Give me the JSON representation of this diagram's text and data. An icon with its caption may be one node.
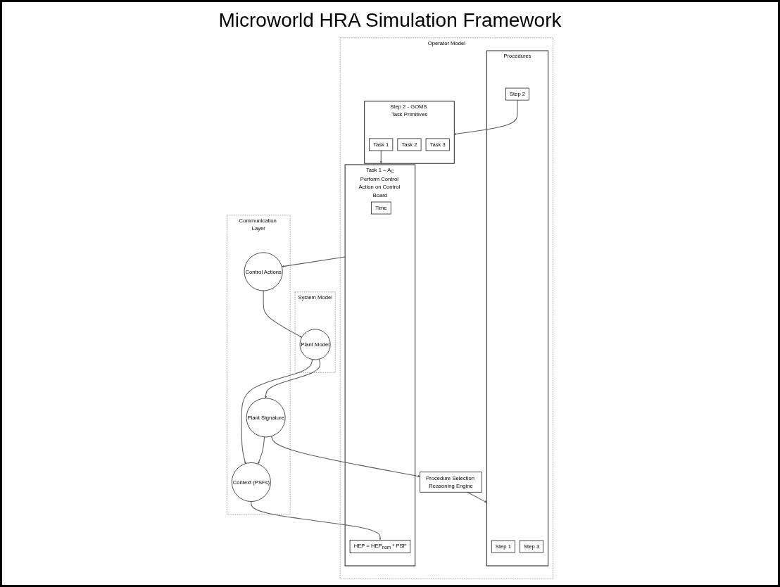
{
  "diagram": {
    "title": "Microworld HRA Simulation Framework",
    "nodes": [
      {
        "text": [
          "Operator Model"
        ]
      },
      {
        "text": [
          "Procedure Selection Reasoning Engine"
        ],
        "in": 0
      },
      {
        "text": [
          "Procedures"
        ],
        "in": 0
      },
      {
        "text": [
          "Step 1"
        ],
        "in": 2
      },
      {
        "text": [
          "Step 2"
        ],
        "in": 2
      },
      {
        "text": [
          "Step 3"
        ],
        "in": 2
      },
      {
        "text": [
          "Step 2 - GOMS Task Primitives"
        ],
        "in": 0
      },
      {
        "text": [
          "Task 1"
        ],
        "in": 6
      },
      {
        "text": [
          "Task 2"
        ],
        "in": 6
      },
      {
        "text": [
          "Task 3"
        ],
        "in": 6
      },
      {
        "text": [
          "Task 1 – A$_{C}$",
          "Perform Control Action on Control Board"
        ],
        "in": 0
      },
      {
        "text": [
          "Time"
        ],
        "in": 10
      },
      {
        "text": [
          "HEP = HEP$_{nom}$ * PSF"
        ],
        "in": 10
      },
      {
        "text": [
          "Communication Layer"
        ]
      },
      {
        "text": [
          "Plant Signature"
        ],
        "in": 13
      },
      {
        "text": [
          "Context (PSFs)"
        ],
        "in": 13
      },
      {
        "text": [
          "Control Actions"
        ],
        "in": 13
      },
      {
        "text": [
          "System Model"
        ]
      },
      {
        "text": [
          "Plant Model"
        ],
        "in": 17
      }
    ],
    "edges": [
      {
        "from": 1,
        "to": 2,
        "arrow": "to"
      },
      {
        "from": 4,
        "to": 6,
        "arrow": "to"
      },
      {
        "from": 7,
        "to": 10,
        "arrow": "to"
      },
      {
        "from": 10,
        "to": 16,
        "arrow": "to"
      },
      {
        "from": 14,
        "to": 1,
        "arrow": "to"
      },
      {
        "from": 14,
        "to": 15,
        "arrow": "to"
      },
      {
        "from": 15,
        "to": 12,
        "arrow": "to"
      },
      {
        "from": 16,
        "to": 18,
        "arrow": "to"
      },
      {
        "from": 18,
        "to": 14,
        "arrow": "to"
      },
      {
        "from": 18,
        "to": 15,
        "arrow": "to"
      }
    ]
  }
}
